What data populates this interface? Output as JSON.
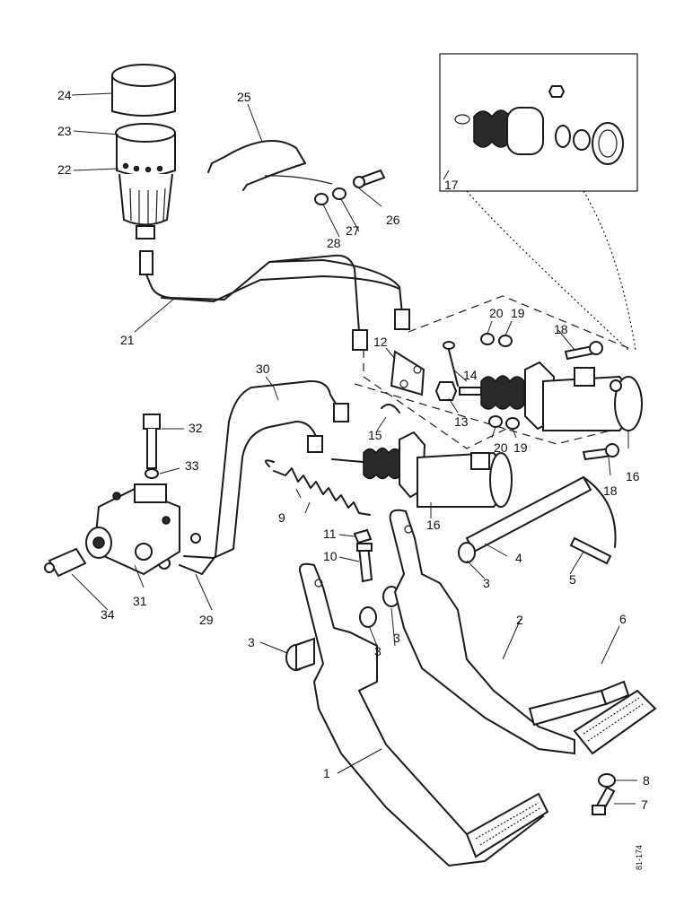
{
  "labels": {
    "l1": "1",
    "l2": "2",
    "l3a": "3",
    "l3b": "3",
    "l3c": "3",
    "l3d": "3",
    "l4": "4",
    "l5": "5",
    "l6": "6",
    "l7": "7",
    "l8": "8",
    "l9": "9",
    "l10": "10",
    "l11": "11",
    "l12": "12",
    "l13": "13",
    "l14": "14",
    "l15": "15",
    "l16a": "16",
    "l16b": "16",
    "l17": "17",
    "l18a": "18",
    "l18b": "18",
    "l19a": "19",
    "l19b": "19",
    "l20a": "20",
    "l20b": "20",
    "l21": "21",
    "l22": "22",
    "l23": "23",
    "l24": "24",
    "l25": "25",
    "l26": "26",
    "l27": "27",
    "l28": "28",
    "l29": "29",
    "l30": "30",
    "l31": "31",
    "l32": "32",
    "l33": "33",
    "l34": "34"
  },
  "figure_code": "81-174"
}
